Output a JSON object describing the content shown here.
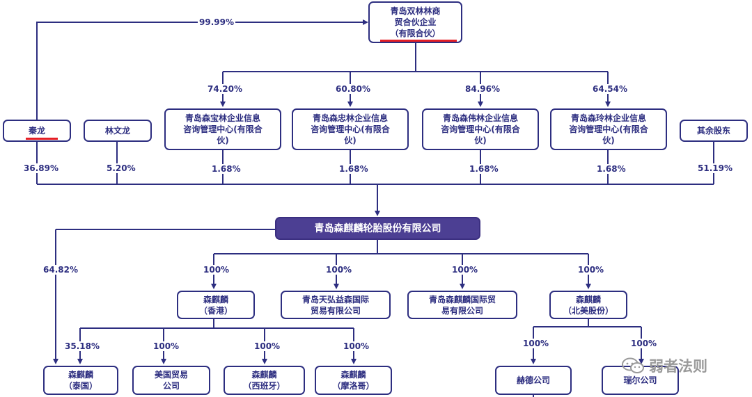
{
  "top_entity": {
    "label": "青岛双林林商\n贸合伙企业\n（有限合伙）",
    "pct_to_qinlong": "99.99%"
  },
  "partnerships": [
    {
      "label": "青岛森宝林企业信息\n咨询管理中心(有限合\n伙)",
      "pct_from_top": "74.20%",
      "pct_to_company": "1.68%"
    },
    {
      "label": "青岛森忠林企业信息\n咨询管理中心(有限合\n伙)",
      "pct_from_top": "60.80%",
      "pct_to_company": "1.68%"
    },
    {
      "label": "青岛森伟林企业信息\n咨询管理中心(有限合\n伙)",
      "pct_from_top": "84.96%",
      "pct_to_company": "1.68%"
    },
    {
      "label": "青岛森玲林企业信息\n咨询管理中心(有限合\n伙)",
      "pct_from_top": "64.54%",
      "pct_to_company": "1.68%"
    }
  ],
  "individuals": [
    {
      "label": "秦龙",
      "pct": "36.89%"
    },
    {
      "label": "林文龙",
      "pct": "5.20%"
    },
    {
      "label": "其余股东",
      "pct": "51.19%"
    }
  ],
  "company": {
    "label": "青岛森麒麟轮胎股份有限公司"
  },
  "qinlong_to_thailand_pct": "64.82%",
  "subsidiaries": [
    {
      "label": "森麒麟\n（香港）",
      "pct": "100%"
    },
    {
      "label": "青岛天弘益森国际\n贸易有限公司",
      "pct": "100%"
    },
    {
      "label": "青岛森麒麟国际贸\n易有限公司",
      "pct": "100%"
    },
    {
      "label": "森麒麟\n（北美股份）",
      "pct": "100%"
    }
  ],
  "hk_subsidiaries": [
    {
      "label": "森麒麟\n（泰国）",
      "pct": "35.18%"
    },
    {
      "label": "美国贸易\n公司",
      "pct": "100%"
    },
    {
      "label": "森麒麟\n（西班牙）",
      "pct": "100%"
    },
    {
      "label": "森麒麟\n（摩洛哥）",
      "pct": "100%"
    }
  ],
  "na_subsidiaries": [
    {
      "label": "赫德公司",
      "pct": "100%"
    },
    {
      "label": "瑞尔公司",
      "pct": "100%"
    }
  ],
  "watermark": "弱者法则",
  "colors": {
    "line": "#2d2e80",
    "main_fill": "#4c3f93",
    "underline": "#e51e25"
  }
}
